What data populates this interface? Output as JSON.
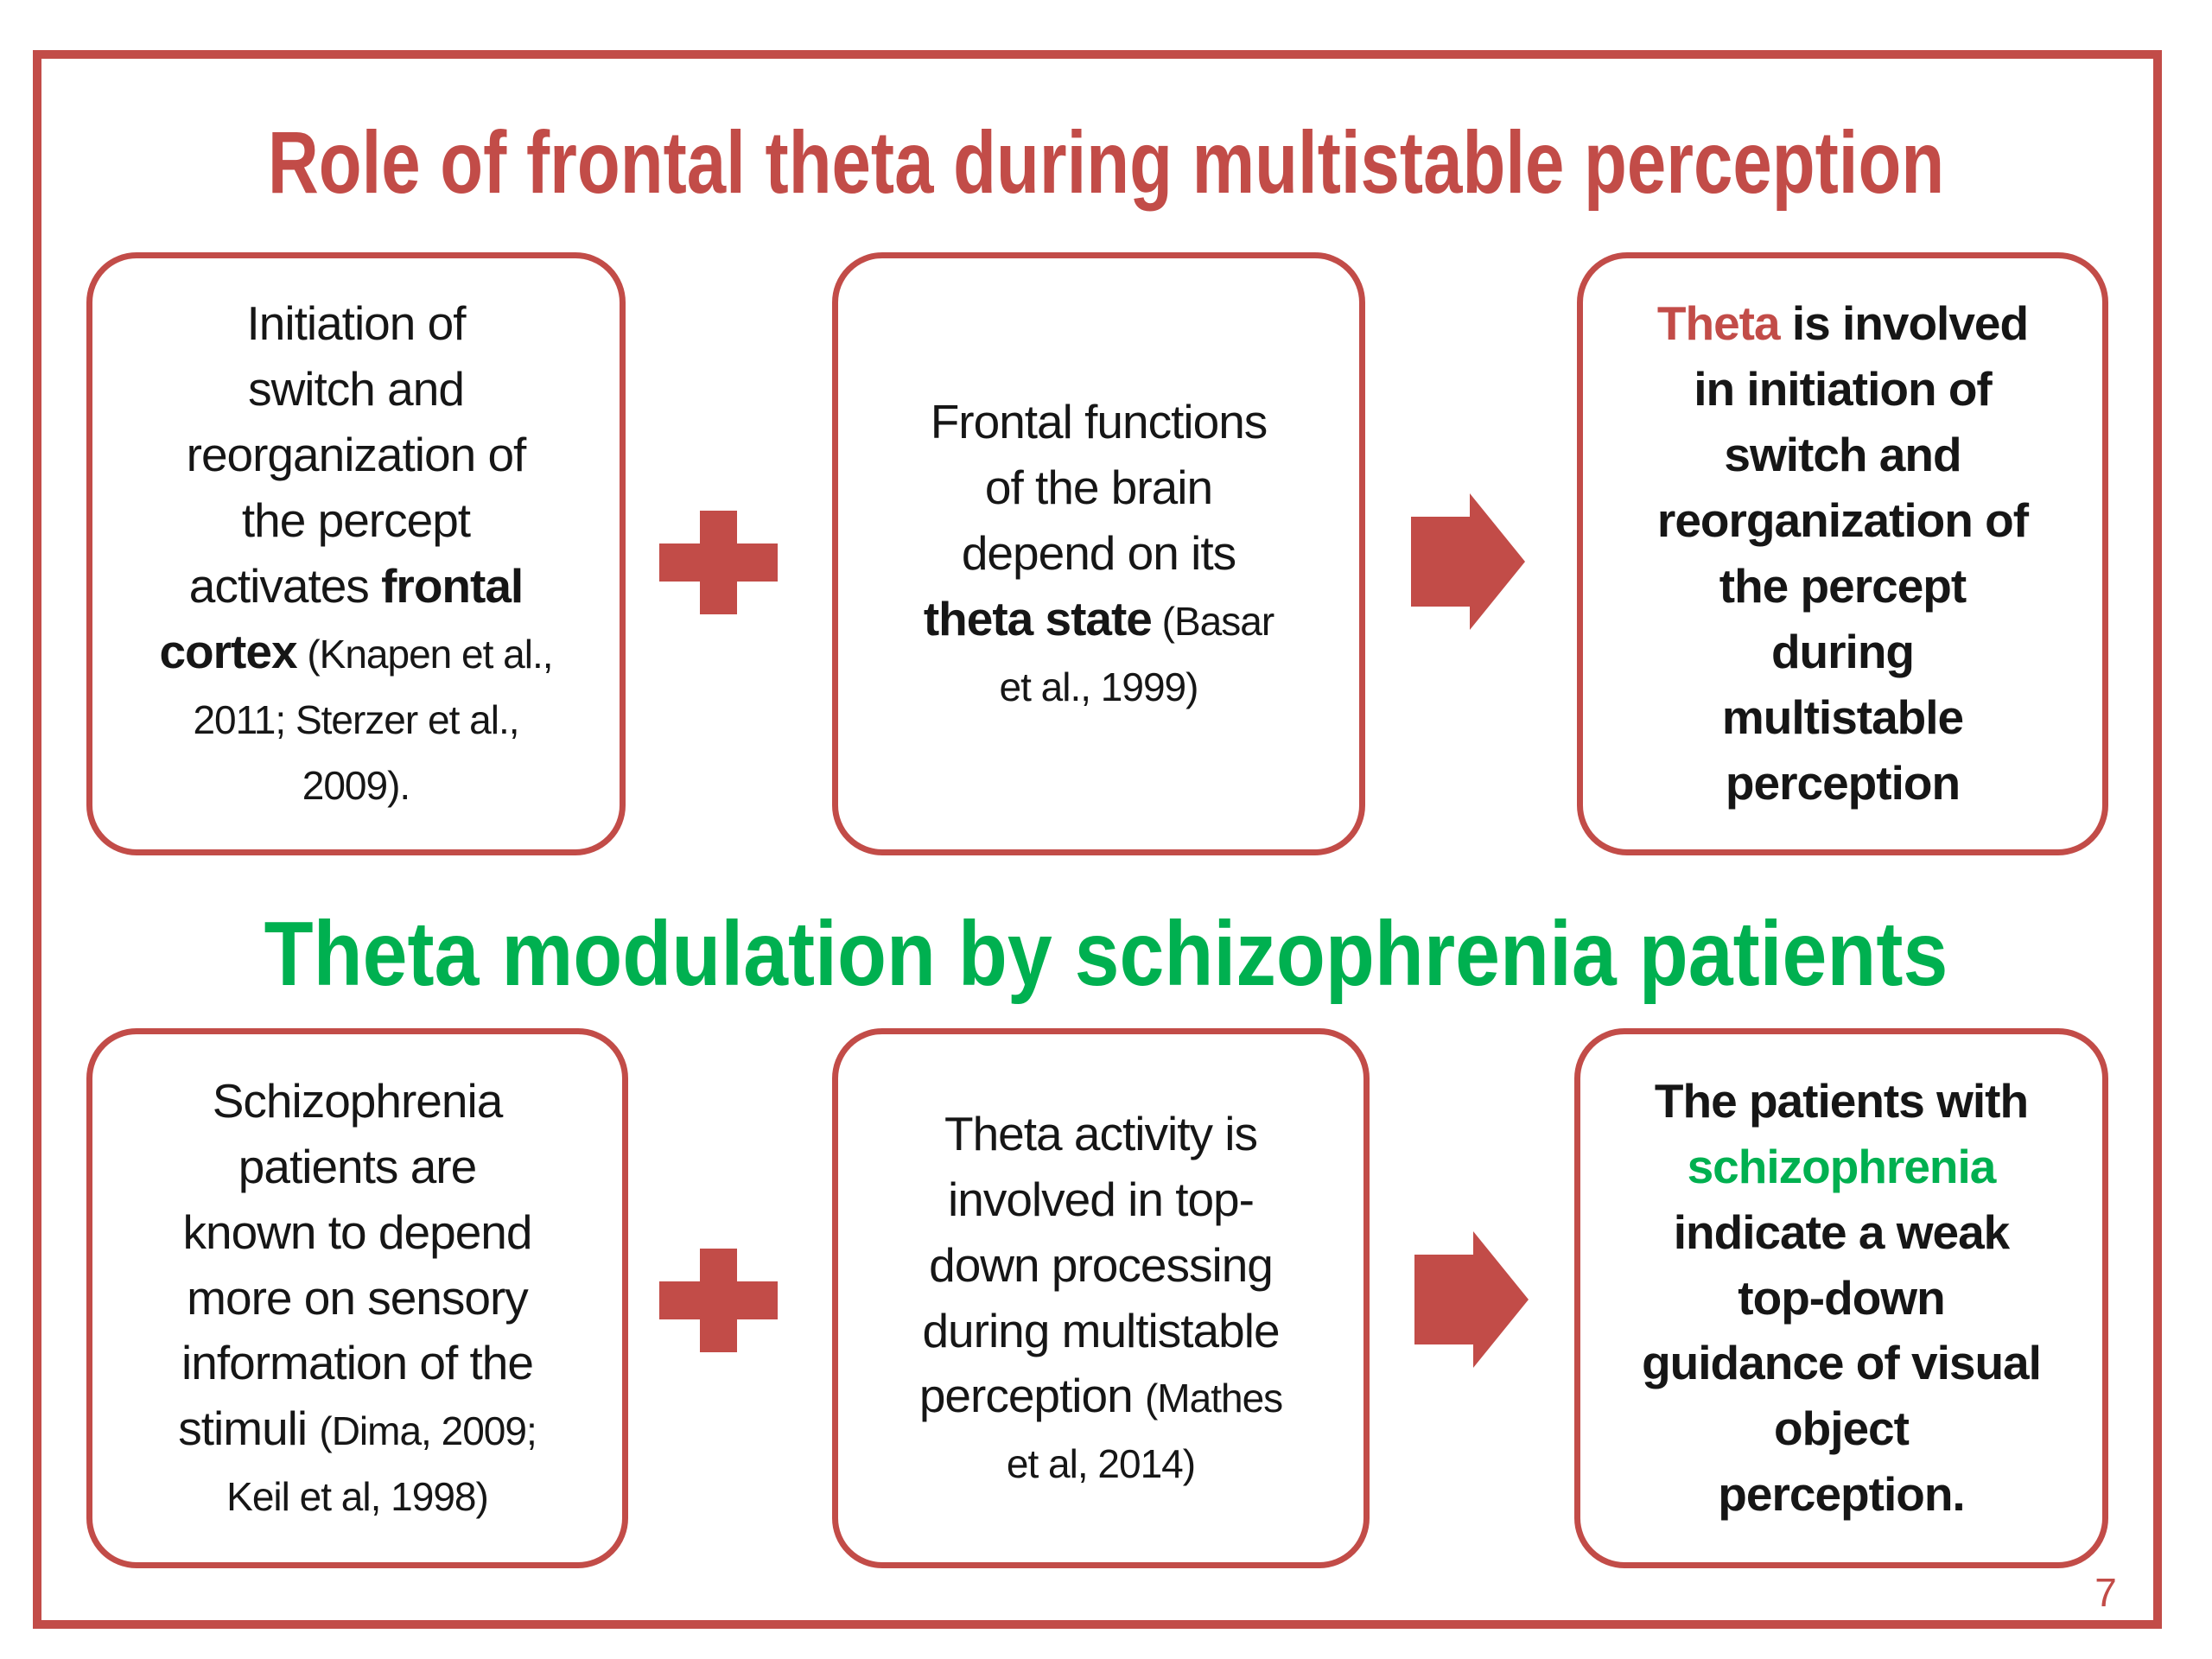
{
  "slide": {
    "colors": {
      "red": "#C24C48",
      "green": "#00B050",
      "ink": "#161616",
      "background": "#ffffff"
    },
    "title_red": "Role of frontal theta during multistable perception",
    "title_green": "Theta modulation by schizophrenia patients",
    "page_number": "7",
    "icons": {
      "plus": "plus-icon",
      "arrow_right": "arrow-right-icon"
    },
    "rows": [
      {
        "name": "frontal-theta-row",
        "boxes": [
          {
            "segments": [
              {
                "t": "Initiation of\nswitch and\nreorganization of\nthe percept\nactivates "
              },
              {
                "t": "frontal\ncortex",
                "b": 1
              },
              {
                "t": " (Knapen et al.,\n2011; Sterzer et al.,\n2009).",
                "s": 1
              }
            ]
          },
          {
            "segments": [
              {
                "t": "Frontal functions\nof the brain\ndepend on its\n"
              },
              {
                "t": "theta state",
                "b": 1
              },
              {
                "t": " (Basar\net al., 1999)",
                "s": 1
              }
            ]
          },
          {
            "segments": [
              {
                "t": "Theta",
                "b": 1,
                "c": "red"
              },
              {
                "t": " is involved\nin initiation of\nswitch and\nreorganization of\nthe percept\nduring\nmultistable\nperception",
                "b": 1
              }
            ]
          }
        ]
      },
      {
        "name": "schizophrenia-row",
        "boxes": [
          {
            "segments": [
              {
                "t": "Schizophrenia\npatients are\nknown to depend\nmore on sensory\ninformation of the\nstimuli "
              },
              {
                "t": "(Dima, 2009;\nKeil et  al, 1998)",
                "s": 1
              }
            ]
          },
          {
            "segments": [
              {
                "t": "Theta activity is\ninvolved in top-\ndown processing\nduring multistable\nperception "
              },
              {
                "t": "(Mathes\net al, 2014)",
                "s": 1
              }
            ]
          },
          {
            "segments": [
              {
                "t": "The patients with\n",
                "b": 1
              },
              {
                "t": "schizophrenia",
                "b": 1,
                "c": "green"
              },
              {
                "t": "\nindicate a weak\ntop-down\nguidance of visual\nobject\nperception.",
                "b": 1
              }
            ]
          }
        ]
      }
    ]
  }
}
